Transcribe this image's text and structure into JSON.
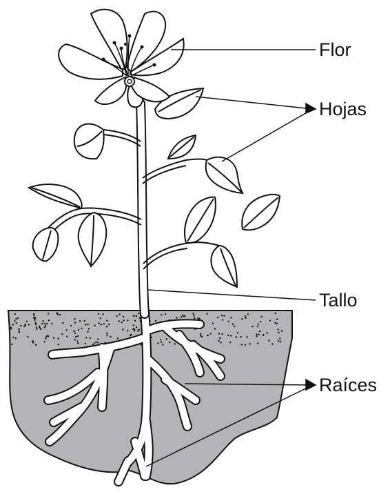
{
  "labels": {
    "flower": "Flor",
    "leaves": "Hojas",
    "stem": "Tallo",
    "roots": "Raíces"
  },
  "colors": {
    "soil": "#b4b4b6",
    "ink": "#111111",
    "background": "#ffffff"
  }
}
